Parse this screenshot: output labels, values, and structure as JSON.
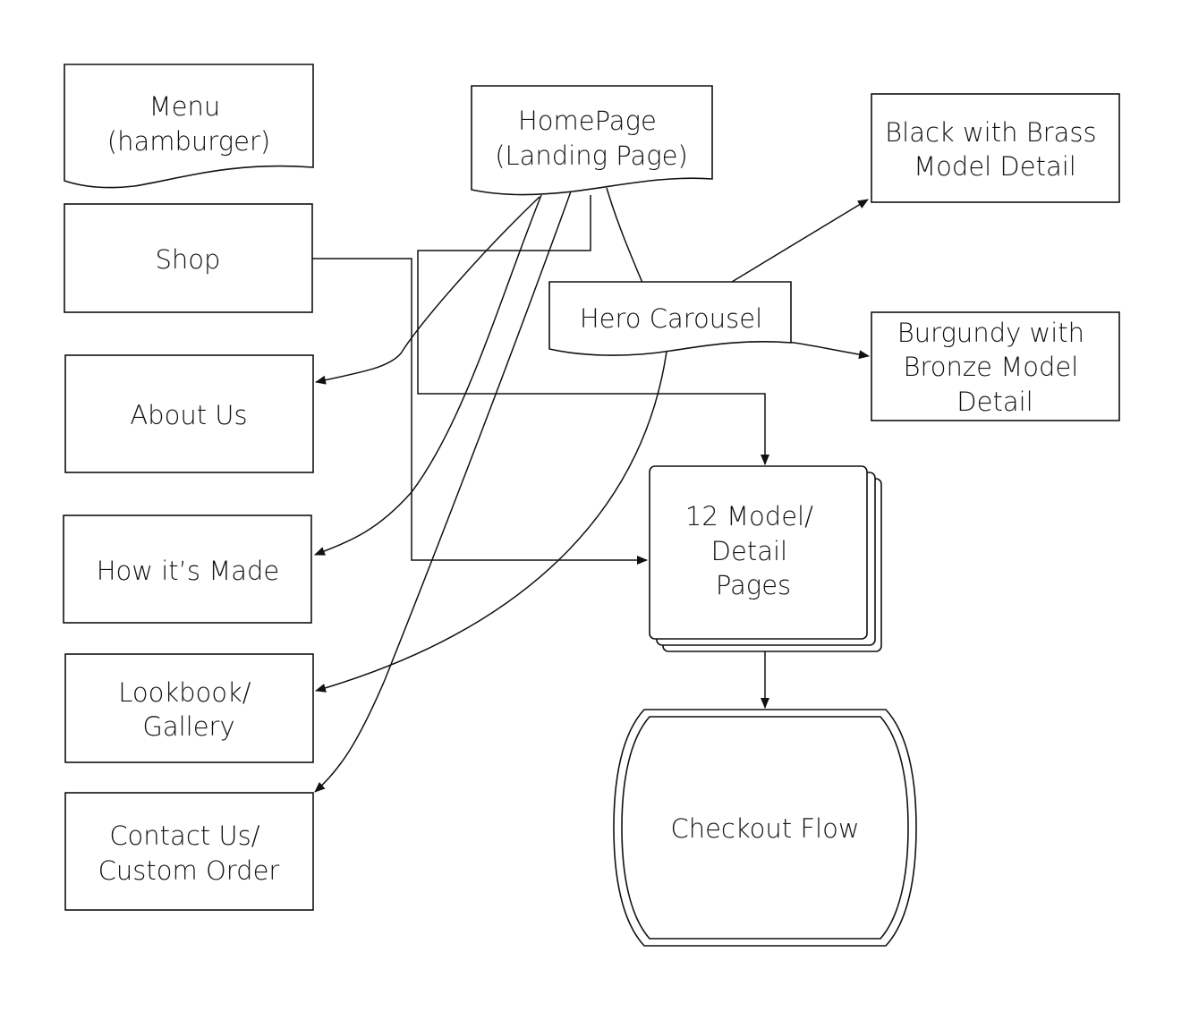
{
  "nodes": {
    "menu": {
      "lines": [
        "Menu",
        "(hamburger)"
      ]
    },
    "homepage": {
      "lines": [
        "HomePage",
        "(Landing Page)"
      ]
    },
    "black_brass": {
      "lines": [
        "Black with Brass",
        "Model Detail"
      ]
    },
    "shop": {
      "lines": [
        "Shop"
      ]
    },
    "hero_carousel": {
      "lines": [
        "Hero Carousel"
      ]
    },
    "burgundy_bronze": {
      "lines": [
        "Burgundy with",
        "Bronze Model",
        "Detail"
      ]
    },
    "about_us": {
      "lines": [
        "About Us"
      ]
    },
    "model_pages": {
      "lines": [
        "12 Model/",
        "Detail",
        "Pages"
      ]
    },
    "how_made": {
      "lines": [
        "How it’s Made"
      ]
    },
    "lookbook": {
      "lines": [
        "Lookbook/",
        "Gallery"
      ]
    },
    "contact": {
      "lines": [
        "Contact Us/",
        "Custom Order"
      ]
    },
    "checkout": {
      "lines": [
        "Checkout Flow"
      ]
    }
  },
  "colors": {
    "stroke": "#111111",
    "fill": "#ffffff",
    "text": "#111111"
  }
}
